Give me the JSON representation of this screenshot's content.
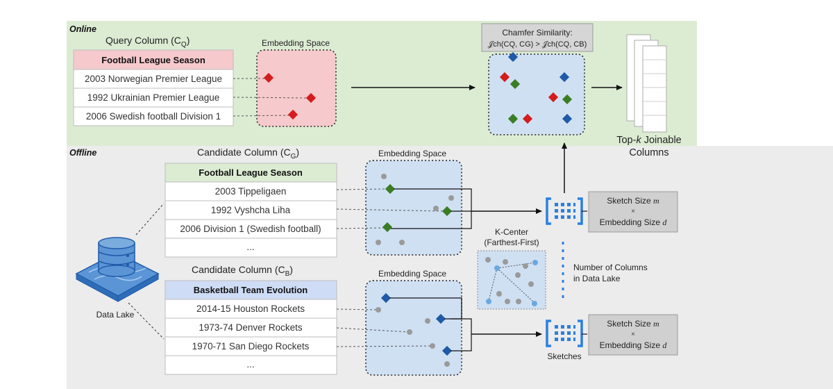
{
  "sections": {
    "online": "Online",
    "offline": "Offline"
  },
  "query": {
    "title": "Query Column (C",
    "title_sub": "Q",
    "title_end": ")",
    "header": "Football League Season",
    "rows": [
      "2003 Norwegian Premier League",
      "1992 Ukrainian Premier League",
      "2006 Swedish football Division 1"
    ]
  },
  "candidate_g": {
    "title": "Candidate Column (C",
    "title_sub": "G",
    "title_end": ")",
    "header": "Football League Season",
    "rows": [
      "2003 Tippeligaen",
      "1992 Vyshcha Liha",
      "2006 Division 1 (Swedish football)",
      "..."
    ]
  },
  "candidate_b": {
    "title": "Candidate Column (C",
    "title_sub": "B",
    "title_end": ")",
    "header": "Basketball Team Evolution",
    "rows": [
      "2014-15 Houston Rockets",
      "1973-74 Denver Rockets",
      "1970-71 San Diego Rockets",
      "..."
    ]
  },
  "embedding_label": "Embedding Space",
  "chamfer": {
    "title": "Chamfer Similarity:",
    "formula": "𝒥ch(CQ, CG) > 𝒥ch(CQ, CB)"
  },
  "topk": {
    "line1_pre": "Top-",
    "line1_k": "k",
    "line1_post": " Joinable",
    "line2": "Columns"
  },
  "sketch_size": {
    "line1": "Sketch Size",
    "line1_var": "m",
    "times": "×",
    "line2": "Embedding Size",
    "line2_var": "d"
  },
  "kcenter": {
    "line1": "K-Center",
    "line2": "(Farthest-First)"
  },
  "num_columns": {
    "line1": "Number of Columns",
    "line2": "in Data Lake"
  },
  "sketches_label": "Sketches",
  "data_lake_label": "Data Lake",
  "colors": {
    "online_bg": "#dcecd3",
    "offline_bg": "#ececec",
    "query_header": "#f6c9cc",
    "cand_g_header": "#dcecd3",
    "cand_b_header": "#cfdcf6",
    "embed_pink": "#f6c9cc",
    "embed_blue": "#cfe0f3",
    "red": "#d41c1c",
    "green": "#3b7d23",
    "blue": "#1f5aa8",
    "gray": "#9a9a9a",
    "light_blue": "#6aa9e0",
    "sketch_blue": "#2a7fe0"
  }
}
